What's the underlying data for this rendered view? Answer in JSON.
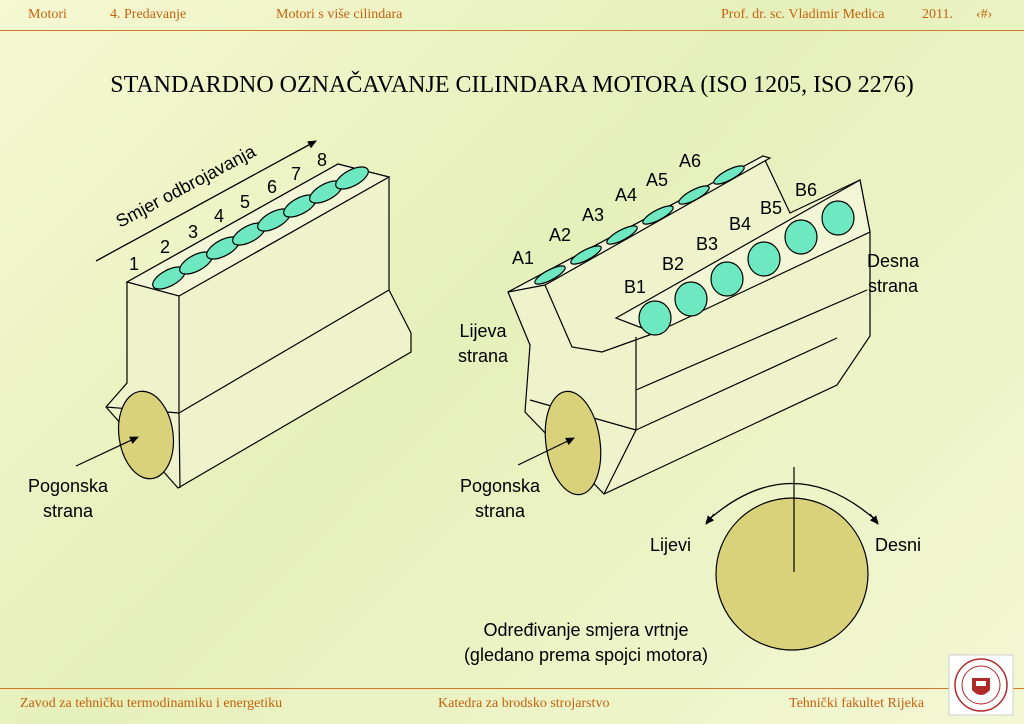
{
  "header": {
    "course": "Motori",
    "lecture": "4. Predavanje",
    "topic": "Motori s više cilindara",
    "author": "Prof. dr. sc. Vladimir Medica",
    "year": "2011.",
    "page": "‹#›"
  },
  "title": "STANDARDNO OZNAČAVANJE CILINDARA MOTORA (ISO 1205, ISO 2276)",
  "inline_engine": {
    "direction_label": "Smjer odbrojavanja",
    "cylinder_numbers": [
      "1",
      "2",
      "3",
      "4",
      "5",
      "6",
      "7",
      "8"
    ],
    "drive_side": [
      "Pogonska",
      "strana"
    ]
  },
  "v_engine": {
    "bank_a": [
      "A1",
      "A2",
      "A3",
      "A4",
      "A5",
      "A6"
    ],
    "bank_b": [
      "B1",
      "B2",
      "B3",
      "B4",
      "B5",
      "B6"
    ],
    "left_side": [
      "Lijeva",
      "strana"
    ],
    "right_side": [
      "Desna",
      "strana"
    ],
    "drive_side": [
      "Pogonska",
      "strana"
    ]
  },
  "rotation": {
    "left": "Lijevi",
    "right": "Desni",
    "caption": [
      "Određivanje smjera vrtnje",
      "(gledano prema spojci motora)"
    ]
  },
  "footer": {
    "left": "Zavod za tehničku termodinamiku i energetiku",
    "center": "Katedra za brodsko strojarstvo",
    "right": "Tehnički fakultet Rijeka"
  },
  "colors": {
    "accent": "#c4620f",
    "cylinder": "#6ee8c0",
    "flywheel": "#d9d27a"
  }
}
